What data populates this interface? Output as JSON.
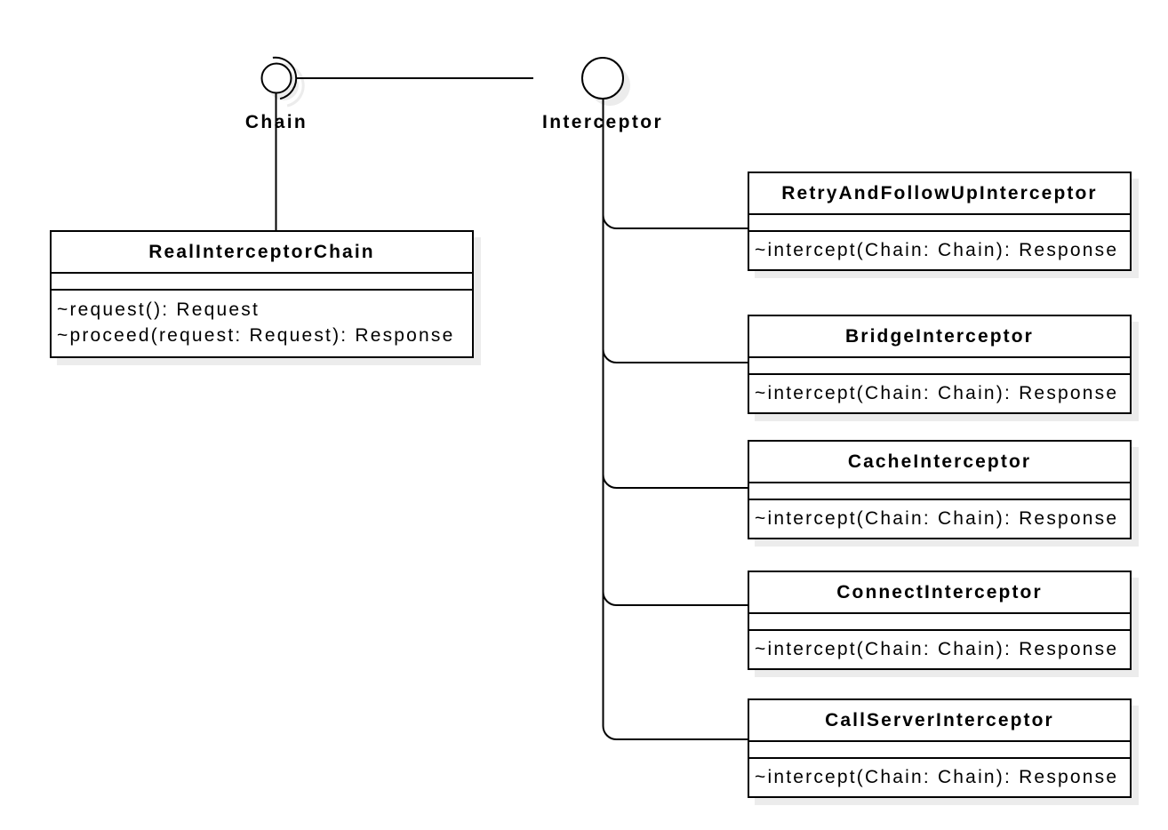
{
  "interfaces": [
    {
      "name": "Chain"
    },
    {
      "name": "Interceptor"
    }
  ],
  "classes": [
    {
      "name": "RealInterceptorChain",
      "methods": [
        "~request(): Request",
        "~proceed(request: Request): Response"
      ]
    },
    {
      "name": "RetryAndFollowUpInterceptor",
      "methods": [
        "~intercept(Chain: Chain): Response"
      ]
    },
    {
      "name": "BridgeInterceptor",
      "methods": [
        "~intercept(Chain: Chain): Response"
      ]
    },
    {
      "name": "CacheInterceptor",
      "methods": [
        "~intercept(Chain: Chain): Response"
      ]
    },
    {
      "name": "ConnectInterceptor",
      "methods": [
        "~intercept(Chain: Chain): Response"
      ]
    },
    {
      "name": "CallServerInterceptor",
      "methods": [
        "~intercept(Chain: Chain): Response"
      ]
    }
  ],
  "colors": {
    "stroke": "#000000",
    "fill": "#ffffff",
    "shadow": "#ececec"
  }
}
